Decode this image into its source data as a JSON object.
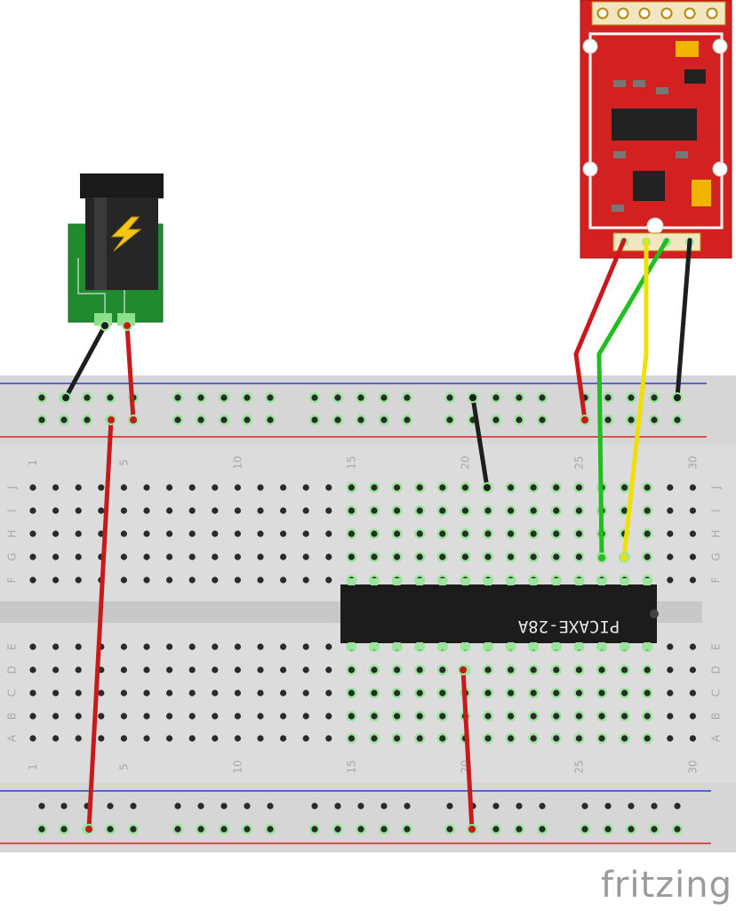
{
  "breadboard": {
    "column_numbers": [
      "1",
      "5",
      "10",
      "15",
      "20",
      "25",
      "30"
    ],
    "row_letters_top": [
      "J",
      "I",
      "H",
      "G",
      "F"
    ],
    "row_letters_bottom": [
      "E",
      "D",
      "C",
      "B",
      "A"
    ]
  },
  "chip": {
    "label": "PICAXE-28A"
  },
  "app": {
    "brand": "fritzing"
  },
  "colors": {
    "board": "#dcdcdc",
    "wire_red": "#c81a1a",
    "wire_black": "#1e1e1e",
    "wire_green": "#1fbf1f",
    "wire_yellow": "#f0e000",
    "module_red": "#d32020",
    "power_jack_green": "#1f8a2e"
  }
}
